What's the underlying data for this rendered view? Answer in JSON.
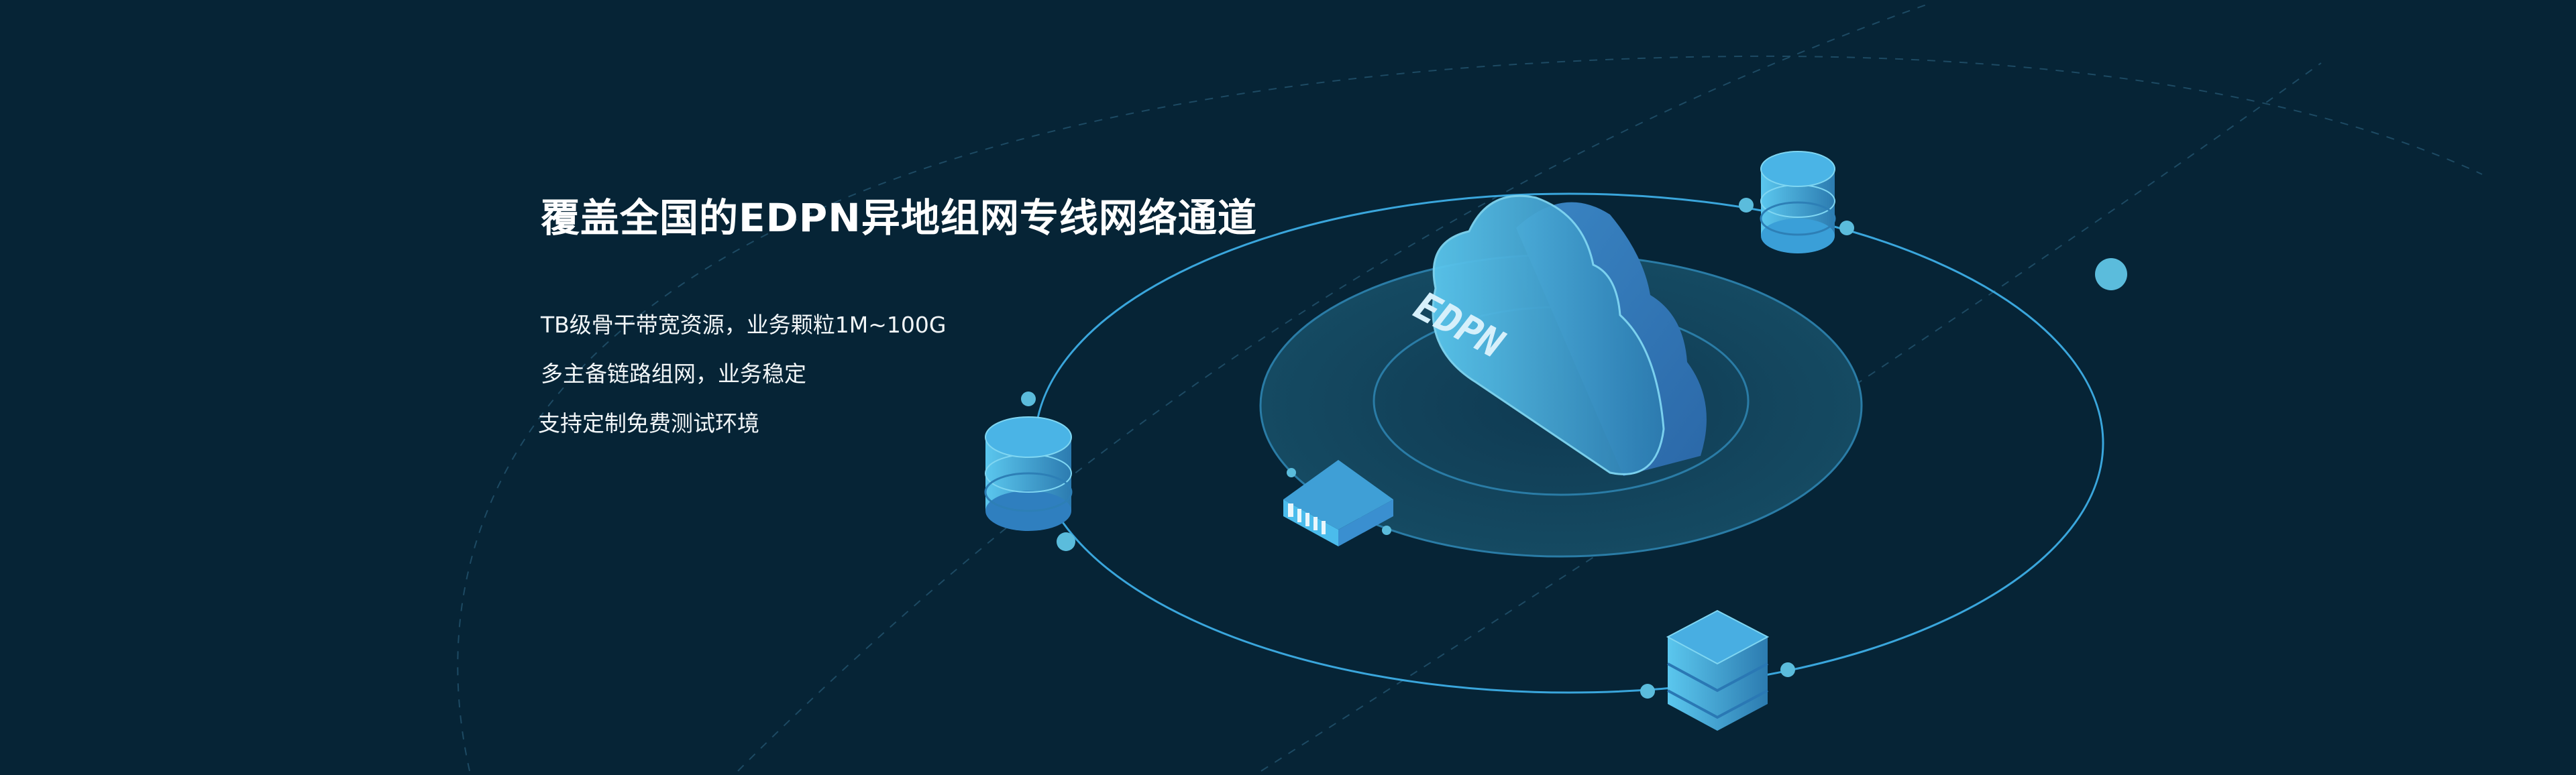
{
  "hero": {
    "title": "覆盖全国的EDPN异地组网专线网络通道",
    "features": [
      "TB级骨干带宽资源，业务颗粒1M~100G",
      "多主备链路组网，业务稳定",
      "支持定制免费测试环境"
    ]
  },
  "illustration": {
    "cloud_label": "EDPN",
    "icons": [
      "cloud-icon",
      "database-icon",
      "network-switch-icon",
      "server-stack-icon"
    ]
  },
  "colors": {
    "background": "#062436",
    "accent": "#4fb8e0",
    "orbit": "#3aa6dc"
  }
}
